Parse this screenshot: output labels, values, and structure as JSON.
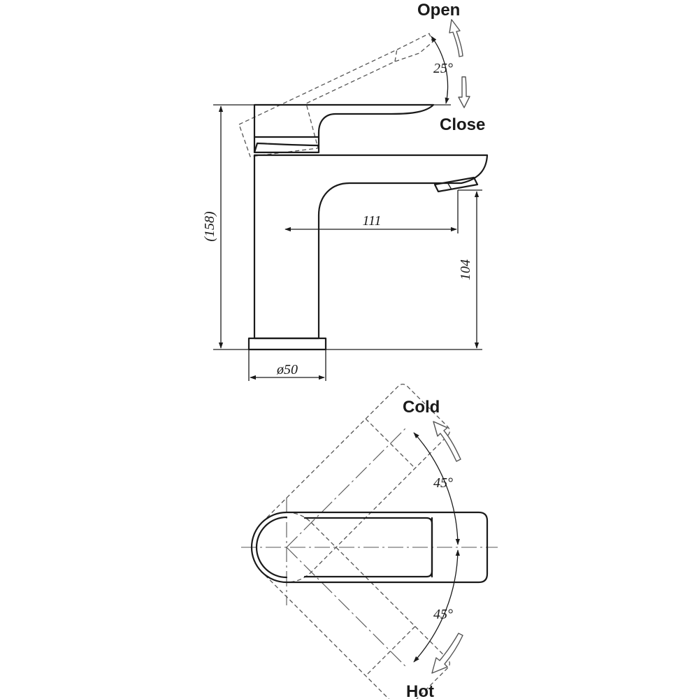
{
  "side_view": {
    "open_label": "Open",
    "close_label": "Close",
    "tilt_angle_label": "25°",
    "total_height_label": "(158)",
    "spout_height_label": "104",
    "spout_reach_label": "111",
    "base_diameter_label": "ø50"
  },
  "top_view": {
    "cold_label": "Cold",
    "hot_label": "Hot",
    "cold_angle_label": "45°",
    "hot_angle_label": "45°"
  }
}
